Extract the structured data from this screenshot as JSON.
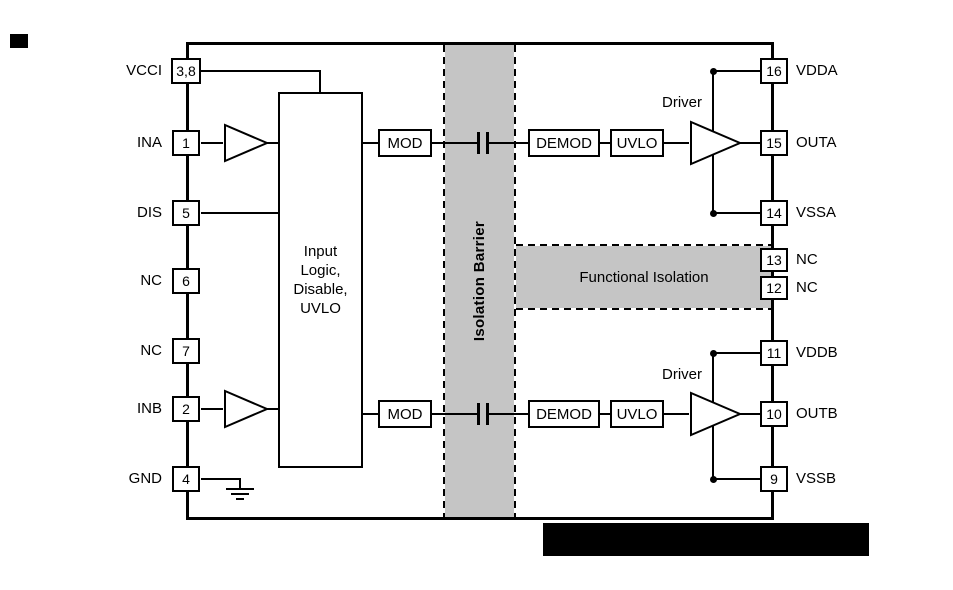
{
  "colors": {
    "background": "#ffffff",
    "line": "#000000",
    "isolation_fill": "#c5c5c5"
  },
  "left_pins": [
    {
      "label": "VCCI",
      "pin": "3,8"
    },
    {
      "label": "INA",
      "pin": "1"
    },
    {
      "label": "DIS",
      "pin": "5"
    },
    {
      "label": "NC",
      "pin": "6"
    },
    {
      "label": "NC",
      "pin": "7"
    },
    {
      "label": "INB",
      "pin": "2"
    },
    {
      "label": "GND",
      "pin": "4"
    }
  ],
  "right_pins": [
    {
      "pin": "16",
      "label": "VDDA"
    },
    {
      "pin": "15",
      "label": "OUTA"
    },
    {
      "pin": "14",
      "label": "VSSA"
    },
    {
      "pin": "13",
      "label": "NC"
    },
    {
      "pin": "12",
      "label": "NC"
    },
    {
      "pin": "11",
      "label": "VDDB"
    },
    {
      "pin": "10",
      "label": "OUTB"
    },
    {
      "pin": "9",
      "label": "VSSB"
    }
  ],
  "blocks": {
    "input_logic": "Input\nLogic,\nDisable,\nUVLO",
    "isolation_barrier": "Isolation Barrier",
    "functional_isolation": "Functional Isolation"
  },
  "channel_a": {
    "mod": "MOD",
    "demod": "DEMOD",
    "uvlo": "UVLO",
    "driver": "Driver"
  },
  "channel_b": {
    "mod": "MOD",
    "demod": "DEMOD",
    "uvlo": "UVLO",
    "driver": "Driver"
  }
}
